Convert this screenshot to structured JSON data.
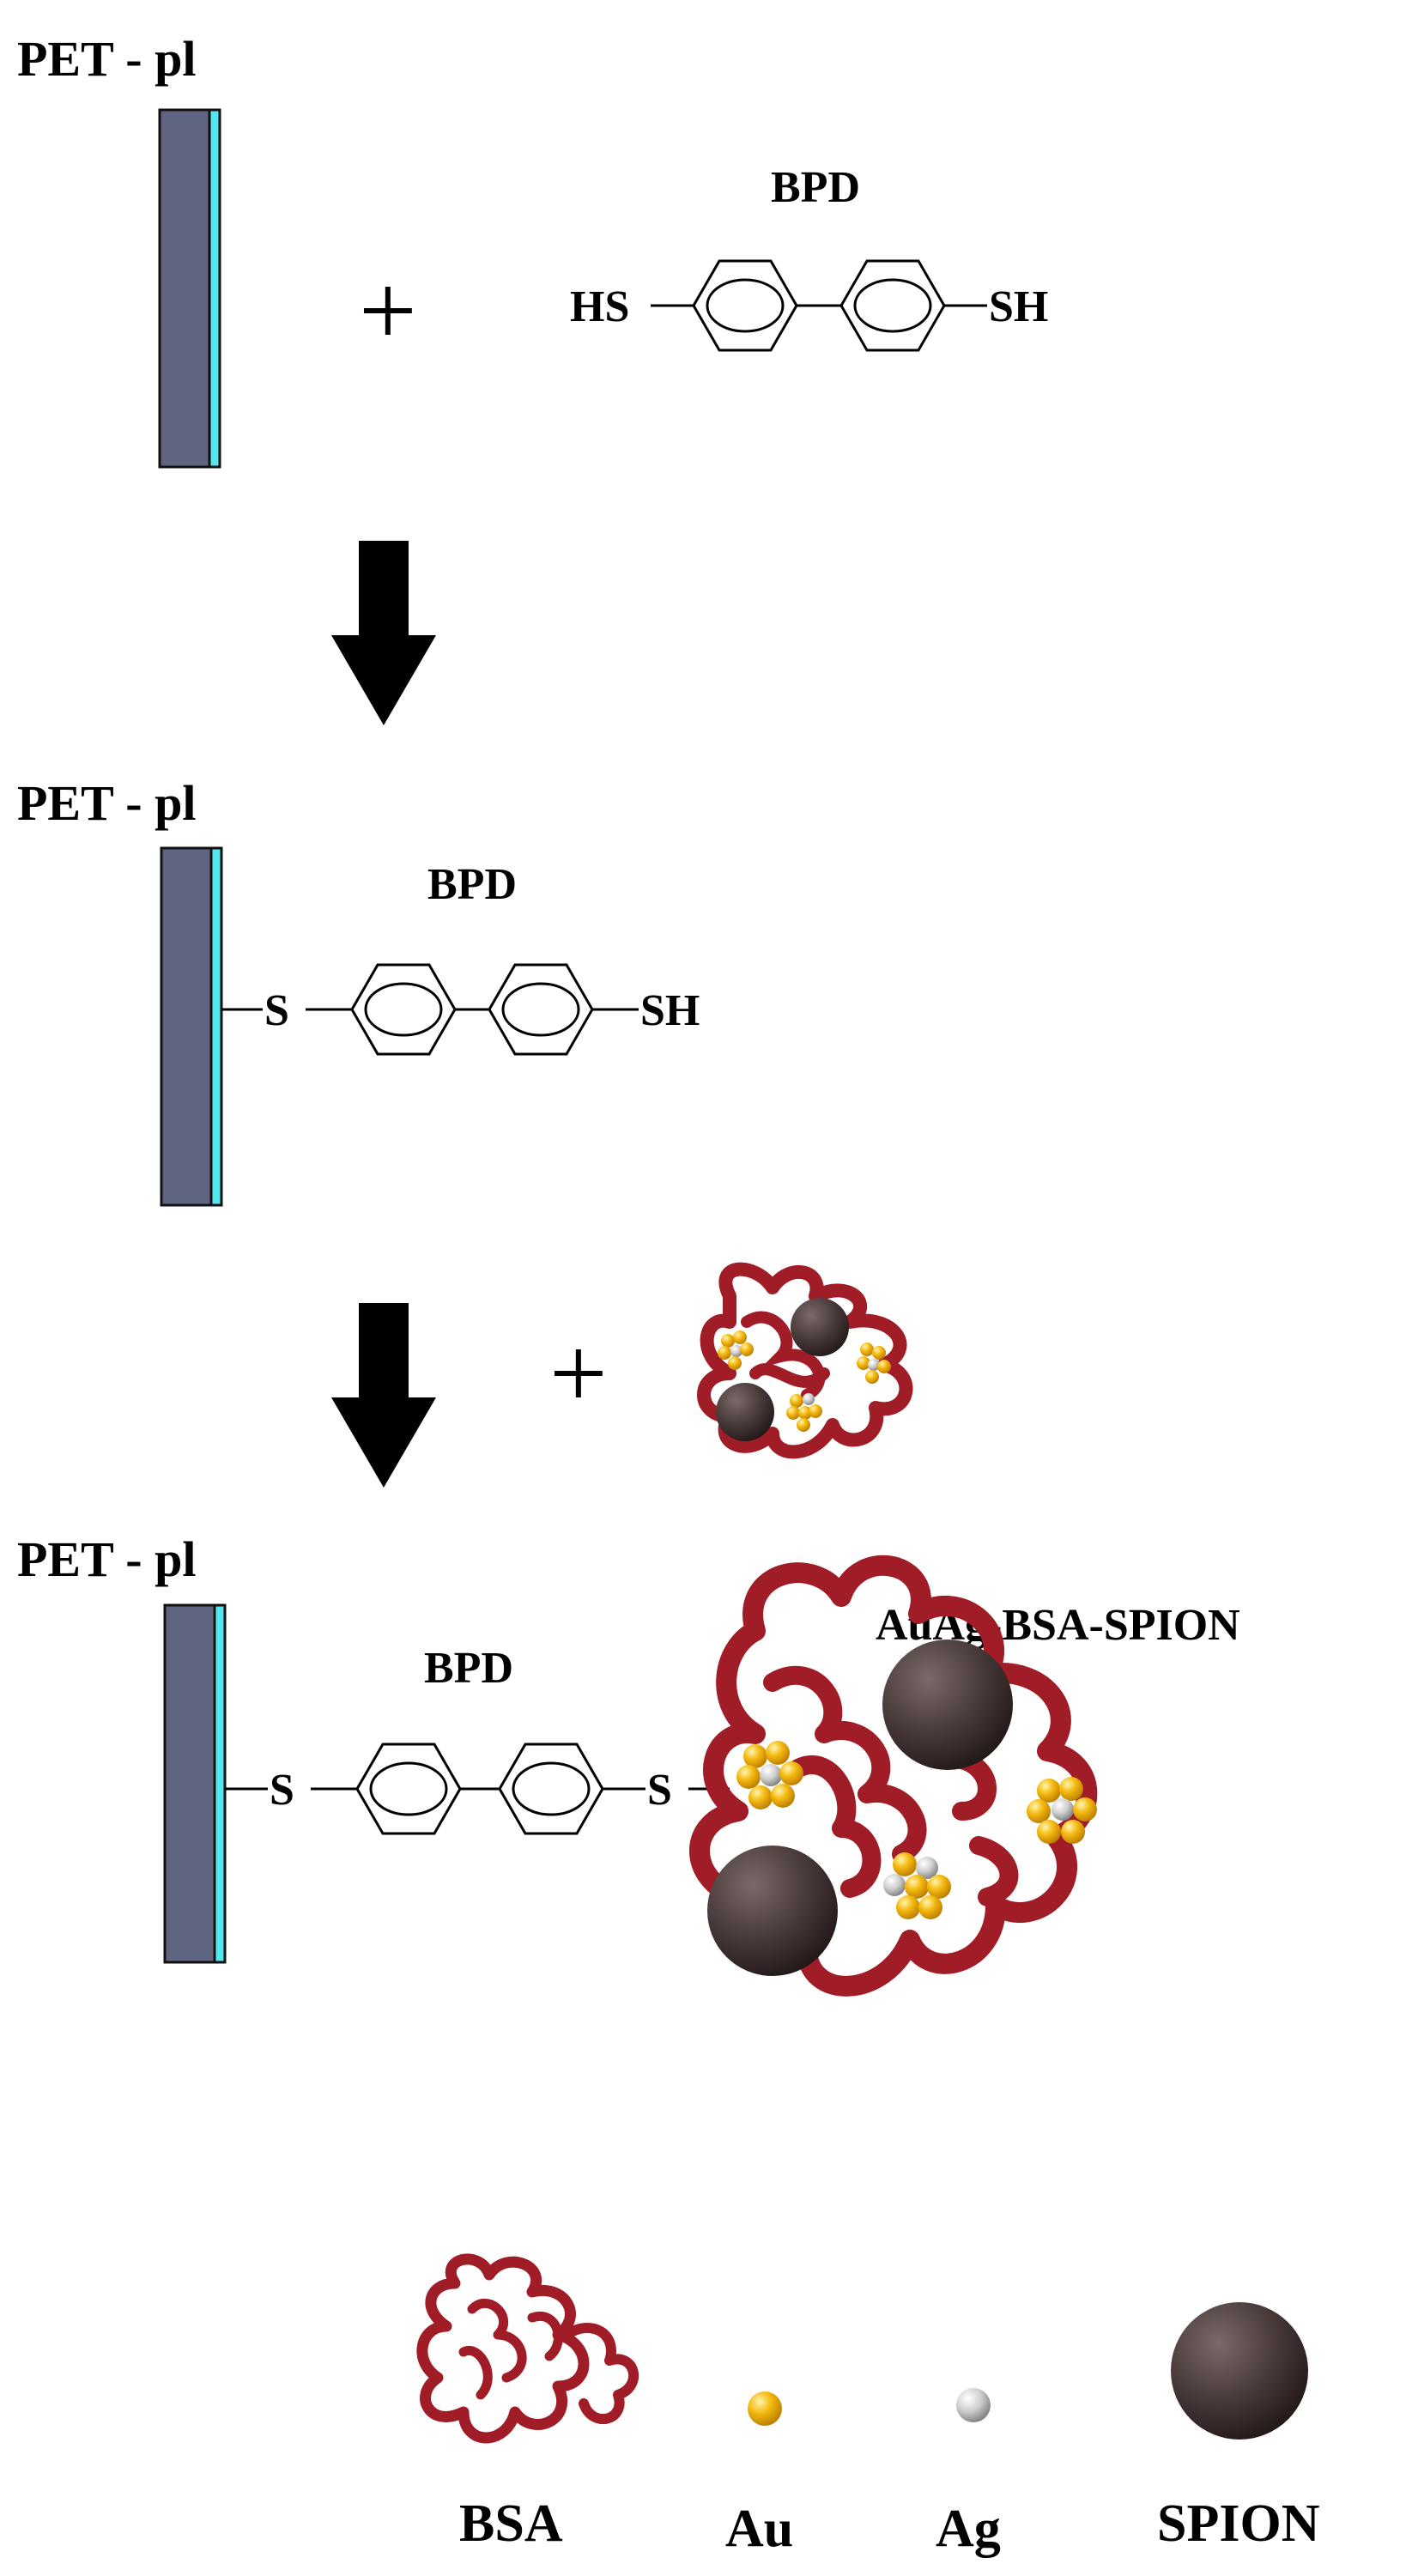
{
  "diagram": {
    "step1": {
      "plate_label": "PET - pl",
      "plus": "+",
      "molecule_label": "BPD",
      "left_group": "HS",
      "right_group": "SH"
    },
    "step2": {
      "plate_label": "PET - pl",
      "molecule_label": "BPD",
      "left_group": "S",
      "right_group": "SH"
    },
    "reagent": {
      "plus": "+"
    },
    "step3": {
      "plate_label": "PET - pl",
      "molecule_label": "BPD",
      "left_group": "S",
      "right_group": "S",
      "conjugate_label": "AuAg-BSA-SPION"
    },
    "legend": {
      "bsa": "BSA",
      "au": "Au",
      "ag": "Ag",
      "spion": "SPION"
    }
  },
  "colors": {
    "plate": "#5f6580",
    "coating": "#55e7ef",
    "bsa": "#a01c26",
    "au": "#f0b20e",
    "ag": "#c8c8c8",
    "spion": "#4a3a3a",
    "arrow": "#000000"
  },
  "icons": {
    "arrow": "down-arrow-icon",
    "plus": "plus-sign",
    "bsa": "protein-coil-icon",
    "au": "gold-sphere-icon",
    "ag": "silver-sphere-icon",
    "spion": "iron-oxide-sphere-icon"
  }
}
